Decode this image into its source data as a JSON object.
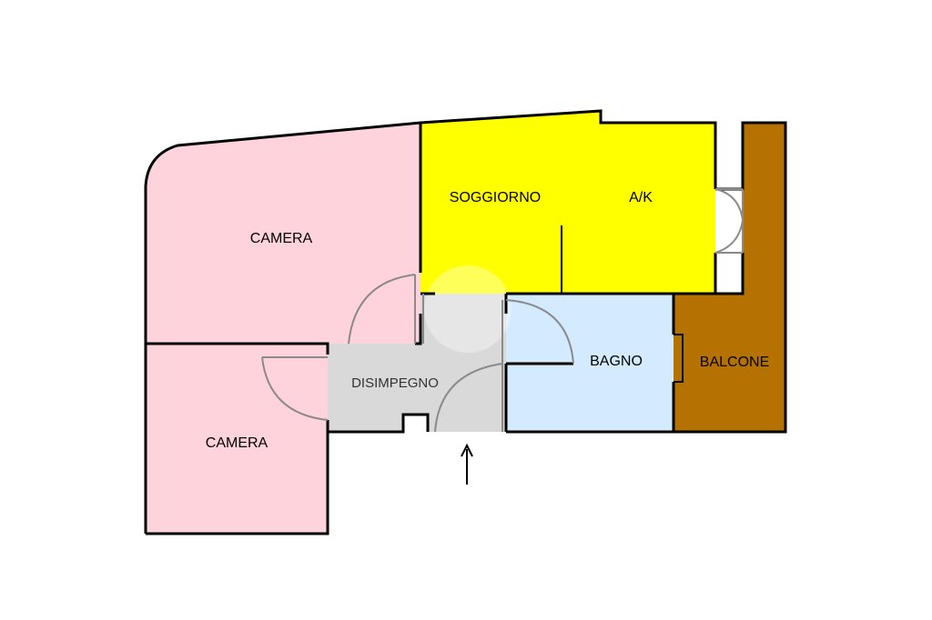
{
  "rooms": {
    "camera_top": {
      "label": "CAMERA",
      "color": "#ffd3dc"
    },
    "camera_bottom": {
      "label": "CAMERA",
      "color": "#ffd3dc"
    },
    "soggiorno": {
      "label": "SOGGIORNO",
      "color": "#ffff00"
    },
    "ak": {
      "label": "A/K",
      "color": "#ffff00"
    },
    "disimpegno": {
      "label": "DISIMPEGNO",
      "color": "#d9d9d9"
    },
    "bagno": {
      "label": "BAGNO",
      "color": "#d3eaff"
    },
    "balcone": {
      "label": "BALCONE",
      "color": "#b57200"
    }
  },
  "entrance_icon": "arrow-up-icon"
}
